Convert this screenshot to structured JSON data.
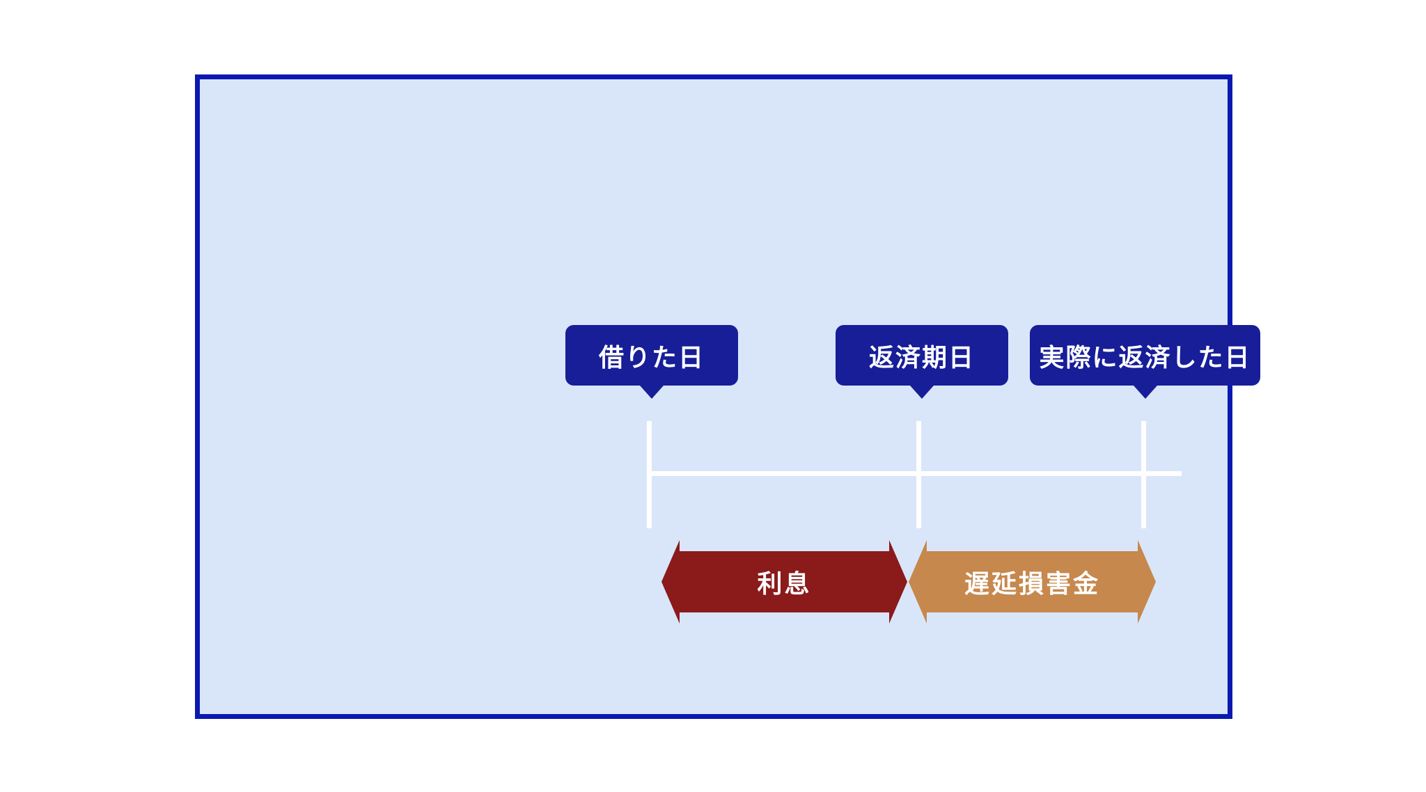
{
  "diagram": {
    "callouts": [
      {
        "label": "借りた日"
      },
      {
        "label": "返済期日"
      },
      {
        "label": "実際に返済した日"
      }
    ],
    "bands": [
      {
        "label": "利息",
        "from": "借りた日",
        "to": "返済期日",
        "color": "#8b1a1a"
      },
      {
        "label": "遅延損害金",
        "from": "返済期日",
        "to": "実際に返済した日",
        "color": "#c6884d"
      }
    ],
    "colors": {
      "page_bg": "#ffffff",
      "panel_bg": "#d9e6fa",
      "panel_border": "#0b19b1",
      "callout_bg": "#171e98",
      "timeline": "#ffffff",
      "interest": "#8b1a1a",
      "late_fee": "#c6884d",
      "text": "#ffffff"
    }
  }
}
